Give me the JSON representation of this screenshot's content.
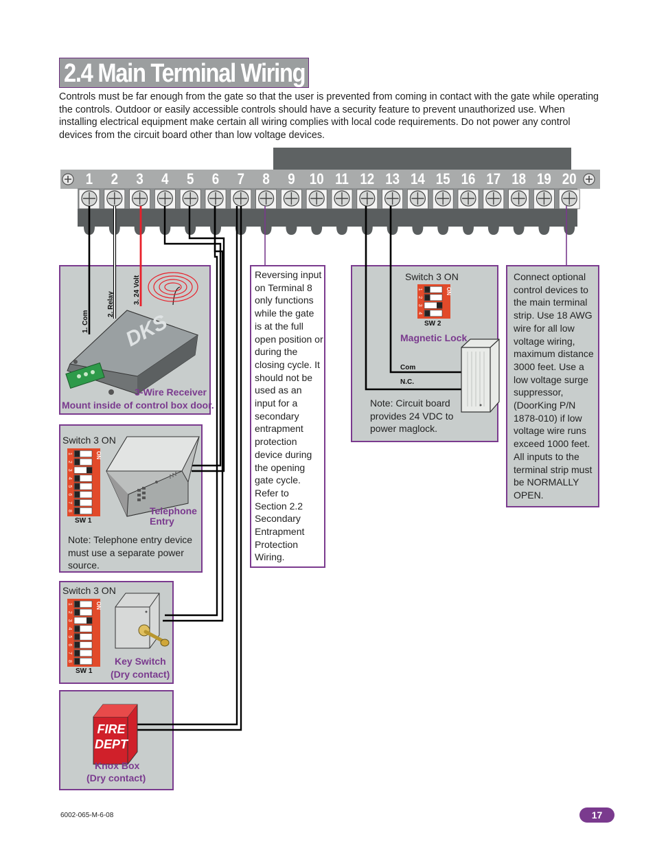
{
  "page": {
    "title": "2.4 Main Terminal Wiring",
    "intro": "Controls must be far enough from the gate so that the user is prevented from coming in contact with the gate while operating the controls. Outdoor or easily accessible controls should have a security feature to prevent unauthorized use. When installing electrical equipment make certain all wiring complies with local code requirements. Do not power any control devices from the circuit board other than low voltage devices.",
    "footer_code": "6002-065-M-6-08",
    "page_number": "17"
  },
  "terminal_strip": {
    "numbers": [
      "1",
      "2",
      "3",
      "4",
      "5",
      "6",
      "7",
      "8",
      "9",
      "10",
      "11",
      "12",
      "13",
      "14",
      "15",
      "16",
      "17",
      "18",
      "19",
      "20"
    ]
  },
  "receiver": {
    "wire_labels": [
      "1. Com",
      "2. Relay",
      "3. 24 Volt"
    ],
    "brand": "DKS",
    "label": "3-Wire Receiver",
    "note": "Mount inside of control box door."
  },
  "reversing_note": "Reversing input on Terminal 8 only functions while the gate is at the full open position or during the closing cycle. It should not be used as an input for a secondary entrapment protection device during the opening gate cycle. Refer to Section 2.2 Secondary Entrapment Protection Wiring.",
  "maglock": {
    "switch_text": "Switch 3 ON",
    "sw_label": "SW 2",
    "label": "Magnetic Lock",
    "com_label": "Com",
    "nc_label": "N.C.",
    "note": "Note: Circuit board provides 24 VDC to power maglock."
  },
  "optional_note": "Connect optional control devices to the main terminal strip. Use 18 AWG wire for all low voltage wiring, maximum distance 3000 feet. Use a low voltage surge suppressor, (DoorKing P/N 1878-010) if low voltage wire runs exceed 1000 feet. All inputs to the terminal strip must be NORMALLY OPEN.",
  "telephone": {
    "switch_text": "Switch 3 ON",
    "sw_label": "SW 1",
    "label_line1": "Telephone",
    "label_line2": "Entry",
    "note": "Note: Telephone entry device must use a separate power source."
  },
  "keyswitch": {
    "switch_text": "Switch 3 ON",
    "sw_label": "SW 1",
    "label_line1": "Key Switch",
    "label_line2": "(Dry contact)"
  },
  "knoxbox": {
    "fire_text": "FIRE",
    "dept_text": "DEPT",
    "label_line1": "Knox Box",
    "label_line2": "(Dry contact)"
  },
  "dip_switch": {
    "on_label": "ON",
    "sw1_numbers": [
      "1",
      "2",
      "3",
      "4",
      "5",
      "6",
      "7",
      "8"
    ],
    "sw2_numbers": [
      "1",
      "2",
      "3",
      "4"
    ]
  },
  "colors": {
    "accent_purple": "#7a3a8e",
    "panel_gray": "#c8cdcc",
    "strip_gray": "#a9abab",
    "wire_red": "#e8202a",
    "dip_red": "#e24a2a"
  }
}
